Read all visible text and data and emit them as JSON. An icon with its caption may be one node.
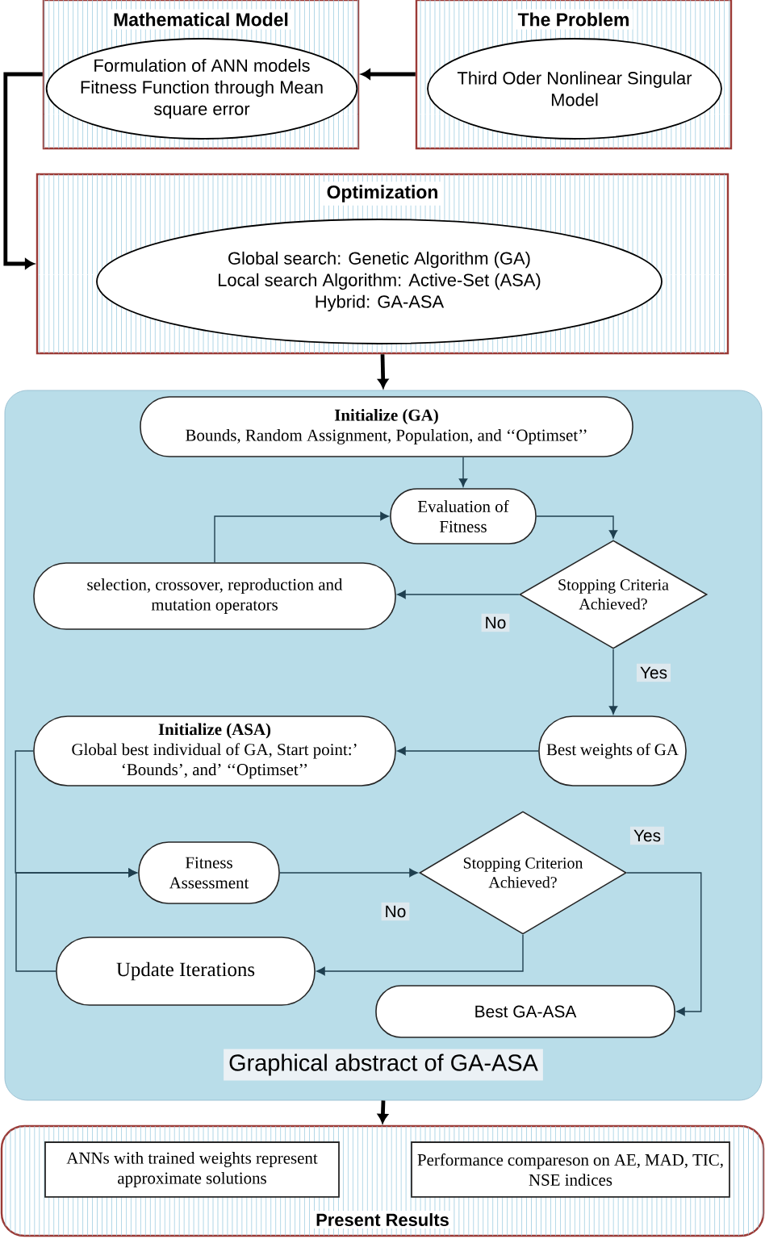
{
  "diagram": {
    "nodes": [
      {
        "text": [
          "Mathematical Model"
        ]
      },
      {
        "text": [
          "Formulation of ANN models Fitness Function through Mean square error"
        ],
        "in": 0
      },
      {
        "text": [
          "The Problem"
        ]
      },
      {
        "text": [
          "Third Oder Nonlinear Singular Model"
        ],
        "in": 2
      },
      {
        "text": [
          "Optimization"
        ]
      },
      {
        "text": [
          "Global search: Genetic Algorithm (GA) Local search Algorithm: Active-Set (ASA) Hybrid: GA-ASA"
        ],
        "in": 4
      },
      {
        "text": [
          "Graphical abstract of GA-ASA"
        ]
      },
      {
        "text": [
          "Initialize (GA)",
          "Bounds, Random Assignment, Population, and ‘‘Optimset’’"
        ],
        "in": 6
      },
      {
        "text": [
          "Evaluation of Fitness"
        ],
        "in": 6
      },
      {
        "text": [
          "selection, crossover, reproduction and mutation operators"
        ],
        "in": 6
      },
      {
        "text": [
          "Stopping Criteria Achieved?"
        ],
        "in": 6
      },
      {
        "text": [
          "Best weights of GA"
        ],
        "in": 6
      },
      {
        "text": [
          "Initialize (ASA)",
          "Global best individual of GA, Start point:’ ‘Bounds’, and’ ‘‘Optimset’’"
        ],
        "in": 6
      },
      {
        "text": [
          "Fitness Assessment"
        ],
        "in": 6
      },
      {
        "text": [
          "Stopping Criterion Achieved?"
        ],
        "in": 6
      },
      {
        "text": [
          "Update Iterations"
        ],
        "in": 6
      },
      {
        "text": [
          "Best GA-ASA"
        ],
        "in": 6
      },
      {
        "text": [
          "Present Results"
        ]
      },
      {
        "text": [
          "ANNs with trained weights represent approximate solutions"
        ],
        "in": 17
      },
      {
        "text": [
          "Performance compareson on AE, MAD, TIC, NSE indices"
        ],
        "in": 17
      }
    ],
    "edges": [
      {
        "from": 2,
        "to": 0,
        "arrow": "to",
        "style": "thick",
        "color": "#000000"
      },
      {
        "from": 0,
        "to": 4,
        "arrow": "to",
        "style": "thick",
        "color": "#000000"
      },
      {
        "from": 4,
        "to": 6,
        "arrow": "to",
        "style": "thick",
        "color": "#000000"
      },
      {
        "from": 7,
        "to": 8,
        "arrow": "to"
      },
      {
        "from": 8,
        "to": 10,
        "arrow": "to"
      },
      {
        "from": 10,
        "to": 9,
        "arrow": "to",
        "label": "No"
      },
      {
        "from": 9,
        "to": 8,
        "arrow": "to"
      },
      {
        "from": 10,
        "to": 11,
        "arrow": "to",
        "label": "Yes"
      },
      {
        "from": 11,
        "to": 12,
        "arrow": "to"
      },
      {
        "from": 12,
        "to": 13,
        "arrow": "to"
      },
      {
        "from": 15,
        "to": 13,
        "arrow": "to"
      },
      {
        "from": 13,
        "to": 14,
        "arrow": "to"
      },
      {
        "from": 14,
        "to": 15,
        "arrow": "to",
        "label": "No"
      },
      {
        "from": 14,
        "to": 16,
        "arrow": "to",
        "label": "Yes"
      },
      {
        "from": 6,
        "to": 17,
        "arrow": "to",
        "style": "thick",
        "color": "#000000"
      }
    ]
  }
}
